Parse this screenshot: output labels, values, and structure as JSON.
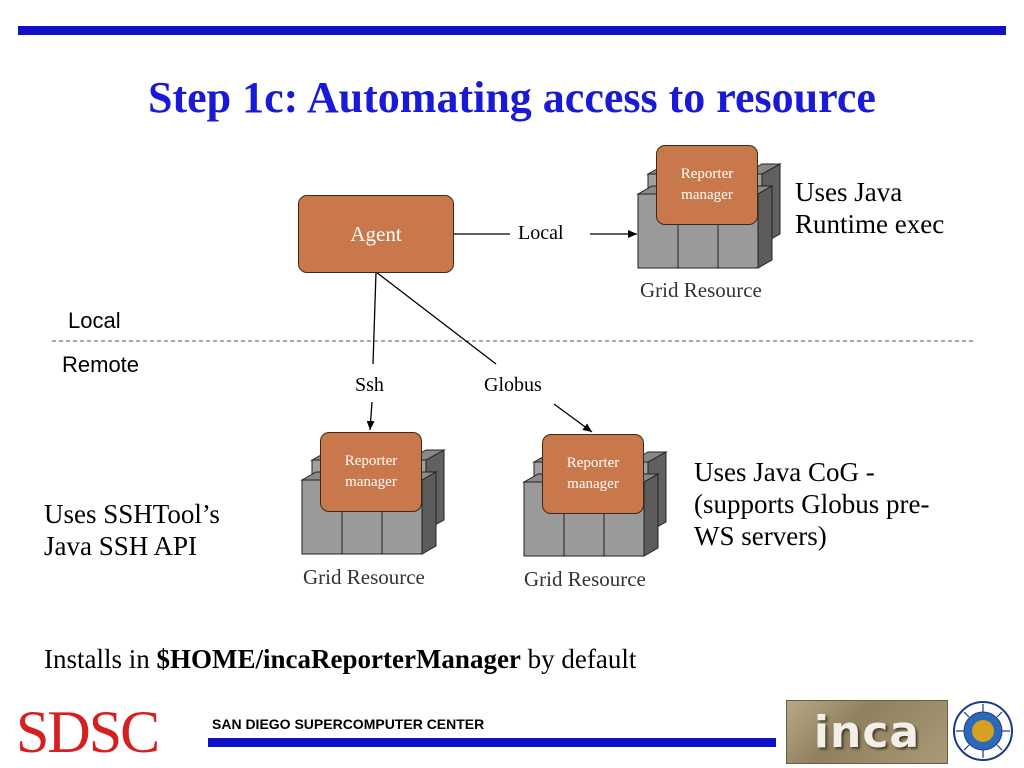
{
  "title": "Step 1c:  Automating access to resource",
  "agent_label": "Agent",
  "reporter_manager_line1": "Reporter",
  "reporter_manager_line2": "manager",
  "grid_resource_label": "Grid Resource",
  "edge_labels": {
    "local": "Local",
    "ssh": "Ssh",
    "globus": "Globus"
  },
  "zones": {
    "local": "Local",
    "remote": "Remote"
  },
  "notes": {
    "top_right_1": "Uses Java",
    "top_right_2": "Runtime exec",
    "left_1": "Uses SSHTool’s",
    "left_2": "Java SSH API",
    "right_1": "Uses Java CoG -",
    "right_2": "(supports Globus pre-",
    "right_3": "WS servers)"
  },
  "install": {
    "prefix": "Installs in ",
    "path": "$HOME/incaReporterManager",
    "suffix": " by default"
  },
  "footer": {
    "logo_text": "SDSC",
    "org_name": "SAN DIEGO SUPERCOMPUTER CENTER",
    "inca_logo_text": "inca"
  },
  "colors": {
    "accent_blue": "#1010c8",
    "box_fill": "#c8784a",
    "sdsc_red": "#d42020"
  }
}
